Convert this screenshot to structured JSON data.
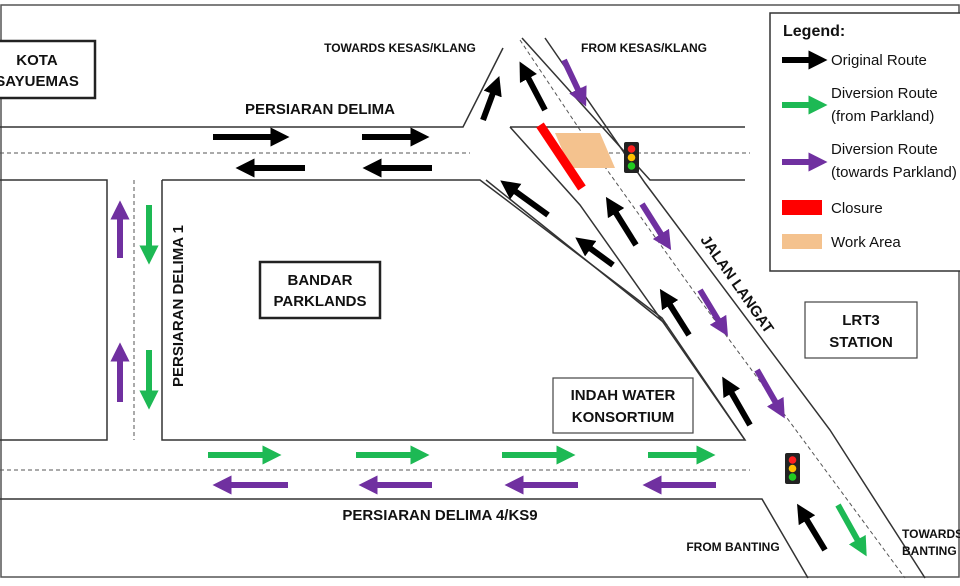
{
  "map": {
    "places": {
      "kota_line1": "KOTA",
      "kota_line2": "SAYUEMAS",
      "bandar_line1": "BANDAR",
      "bandar_line2": "PARKLANDS",
      "lrt_line1": "LRT3",
      "lrt_line2": "STATION",
      "indah_line1": "INDAH WATER",
      "indah_line2": "KONSORTIUM"
    },
    "roads": {
      "persiaran_delima": "PERSIARAN DELIMA",
      "persiaran_delima_1": "PERSIARAN DELIMA 1",
      "persiaran_delima_4": "PERSIARAN DELIMA 4/KS9",
      "jalan_langat": "JALAN LANGAT"
    },
    "directions": {
      "towards_kesas": "TOWARDS KESAS/KLANG",
      "from_kesas": "FROM KESAS/KLANG",
      "from_banting": "FROM BANTING",
      "towards_banting_line1": "TOWARDS",
      "towards_banting_line2": "BANTING"
    }
  },
  "legend": {
    "title": "Legend:",
    "items": [
      {
        "label1": "Original Route",
        "label2": "",
        "symbol": "arrow",
        "color": "#000000"
      },
      {
        "label1": "Diversion Route",
        "label2": "(from Parkland)",
        "symbol": "arrow",
        "color": "#1db954"
      },
      {
        "label1": "Diversion Route",
        "label2": "(towards Parkland)",
        "symbol": "arrow",
        "color": "#7030a0"
      },
      {
        "label1": "Closure",
        "label2": "",
        "symbol": "rect",
        "color": "#ff0000"
      },
      {
        "label1": "Work Area",
        "label2": "",
        "symbol": "rect",
        "color": "#f4c28e"
      }
    ]
  },
  "colors": {
    "original": "#000000",
    "diversion_from": "#1db954",
    "diversion_towards": "#7030a0",
    "closure": "#ff0000",
    "work_area": "#f4c28e"
  }
}
